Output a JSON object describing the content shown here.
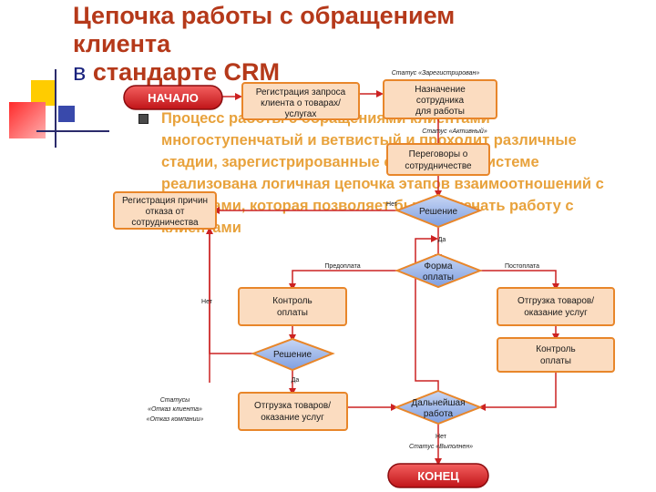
{
  "slide": {
    "title_line1": "Цепочка работы с обращением",
    "title_line2": "клиента",
    "title_line3_plain": "в",
    "title_line3_bold": "стандарте CRM",
    "paragraph": "Процесс работы с обращениями клиентами многоступенчатый и ветвистый и проходит различные стадии, зарегистрированные системой. В системе реализована логичная цепочка этапов взаимоотношений с клиентами, которая позволяет быстро начать работу с клиентами"
  },
  "flow": {
    "start": "НАЧАЛО",
    "end": "КОНЕЦ",
    "reg_request": [
      "Регистрация запроса",
      "клиента о товарах/",
      "услугах"
    ],
    "assign": [
      "Назначение",
      "сотрудника",
      "для работы"
    ],
    "negotiations": [
      "Переговоры о",
      "сотрудничестве"
    ],
    "refusal_reg": [
      "Регистрация причин",
      "отказа от",
      "сотрудничества"
    ],
    "decision1": "Решение",
    "payment_form": [
      "Форма",
      "оплаты"
    ],
    "control_left": [
      "Контроль",
      "оплаты"
    ],
    "decision2": "Решение",
    "ship_left": [
      "Отгрузка товаров/",
      "оказание услуг"
    ],
    "ship_right": [
      "Отгрузка товаров/",
      "оказание услуг"
    ],
    "control_right": [
      "Контроль",
      "оплаты"
    ],
    "further": [
      "Дальнейшая",
      "работа"
    ]
  },
  "labels": {
    "status_registered": "Статус «Зарегистрирован»",
    "status_active": "Статус «Активный»",
    "no1": "Нет",
    "yes1": "Да",
    "prepay": "Предоплата",
    "postpay": "Постоплата",
    "no2": "Нет",
    "yes2": "Да",
    "statuses": [
      "Статусы",
      "«Отказ клиента»",
      "«Отказ компании»"
    ],
    "no3": "Нет",
    "status_done": "Статус «Выполнен»"
  },
  "colors": {
    "title": "#b5391a",
    "paragraph": "#e8a23c",
    "box_fill": "#fbdcc0",
    "box_stroke": "#e8862a",
    "connector": "#cc2222",
    "diamond_fill": "#9fb8e8",
    "terminal_fill": "#e0282c"
  }
}
